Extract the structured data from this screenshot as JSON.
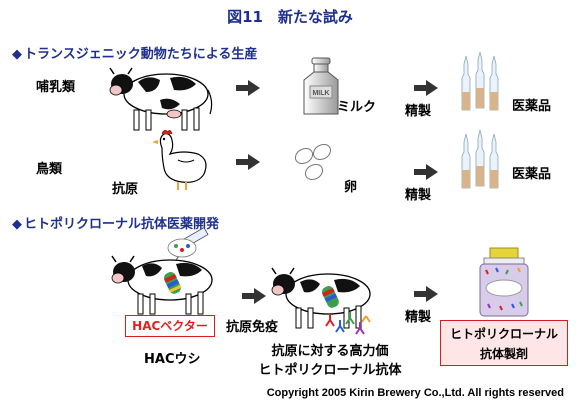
{
  "title": "図11　新たな試み",
  "section1": {
    "marker": "◆",
    "title": "トランスジェニック動物たちによる生産"
  },
  "section2": {
    "marker": "◆",
    "title": "ヒトポリクローナル抗体医薬開発"
  },
  "row_mammals": {
    "label": "哺乳類",
    "product": "ミルク",
    "process": "精製",
    "result": "医薬品",
    "can_text": "MILK"
  },
  "row_birds": {
    "label": "鳥類",
    "antigen": "抗原",
    "product": "卵",
    "process": "精製",
    "result": "医薬品"
  },
  "row_hac": {
    "vector_label": "HACベクター",
    "cow_label": "HACウシ",
    "immunization": "抗原免疫",
    "antibody_line1": "抗原に対する高力価",
    "antibody_line2": "ヒトポリクローナル抗体",
    "process": "精製",
    "final_line1": "ヒトポリクローナル",
    "final_line2": "抗体製剤"
  },
  "copyright": "Copyright 2005 Kirin Brewery Co.,Ltd. All rights reserved",
  "colors": {
    "heading": "#1f2f8f",
    "accent_red": "#d32020",
    "final_box_bg": "#ffe6e6"
  }
}
